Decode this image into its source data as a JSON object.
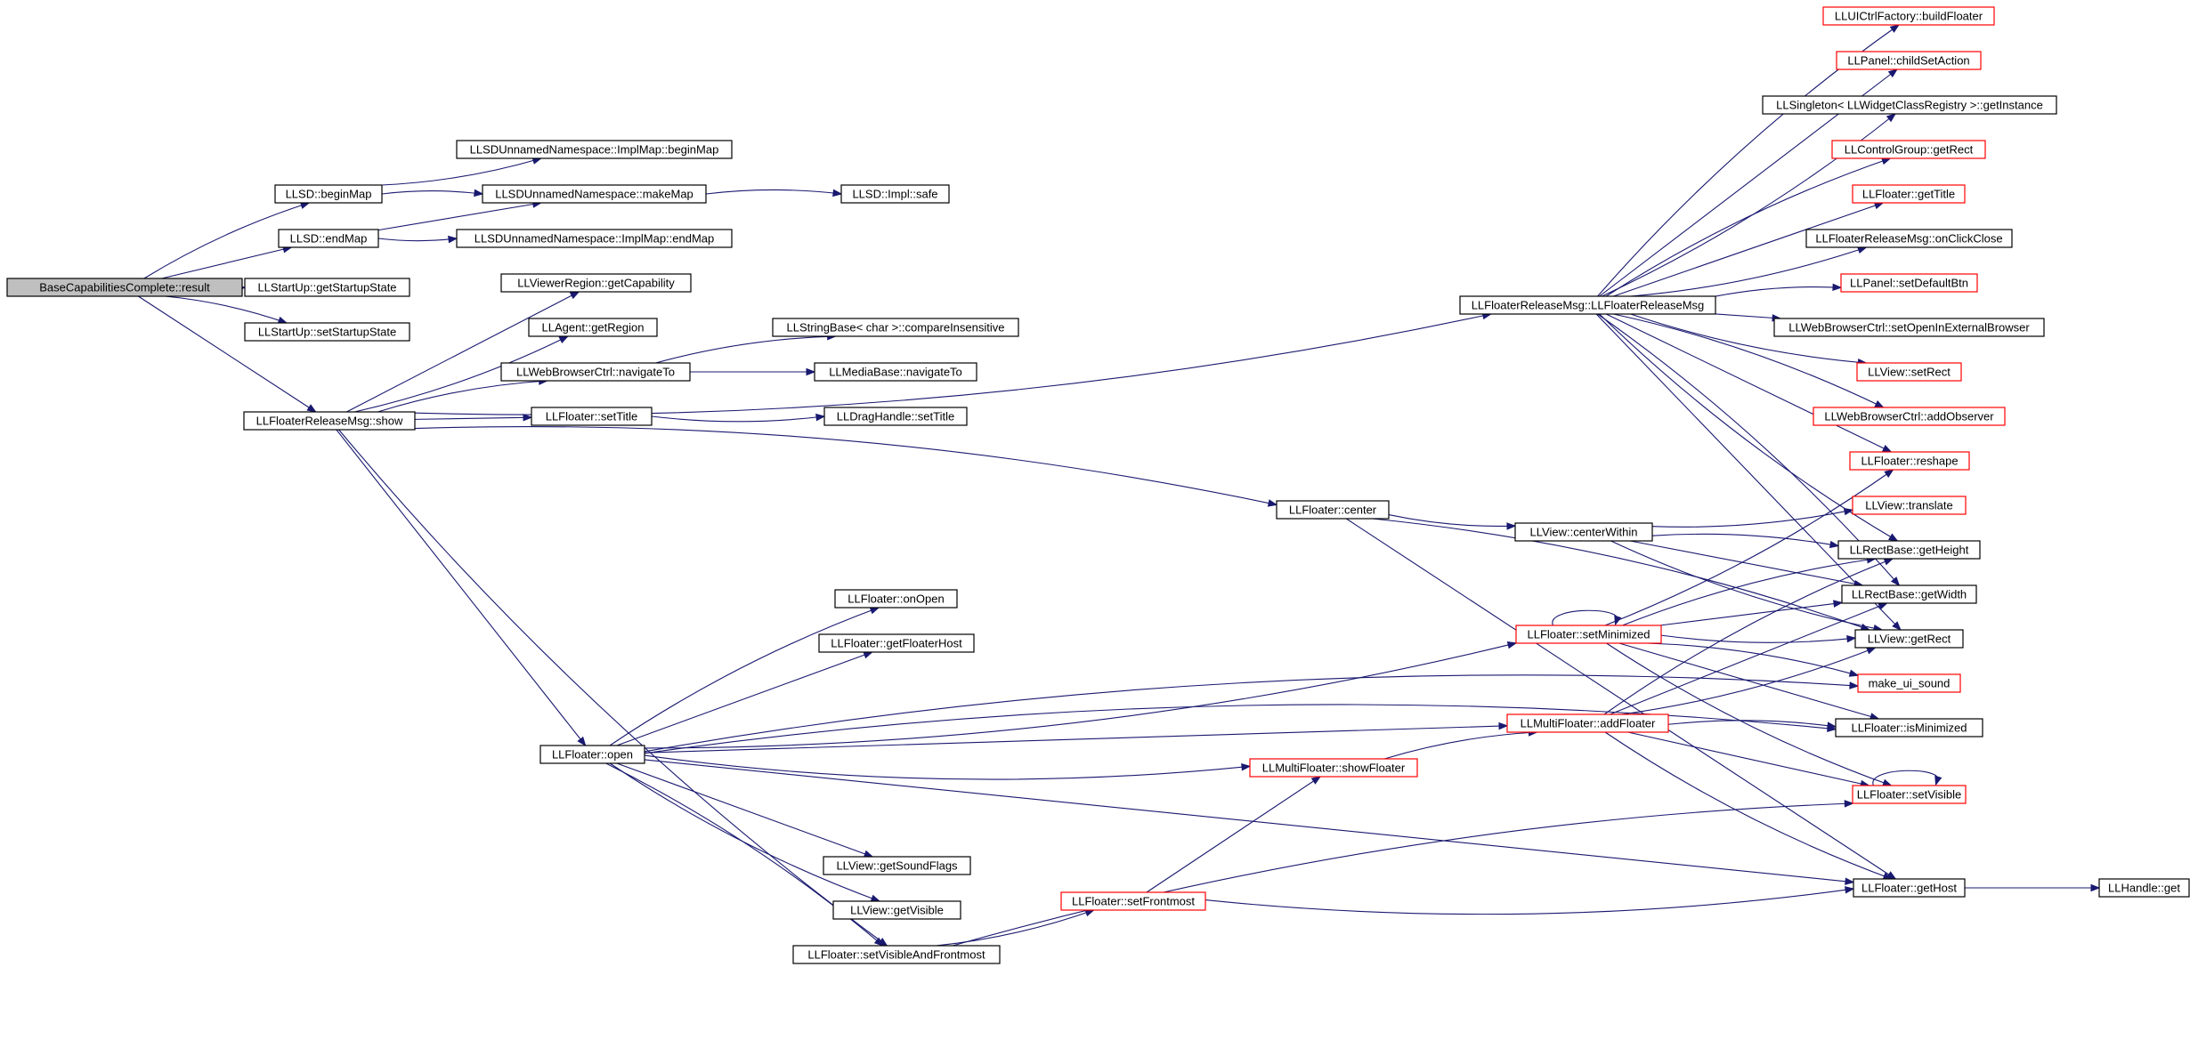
{
  "colors": {
    "edge": "#191970",
    "node_border": "#000000",
    "node_red_border": "#ff0000",
    "root_fill": "#bfbfbf"
  },
  "nodes": [
    {
      "id": "root",
      "label": "BaseCapabilitiesComplete::result",
      "style": "root"
    },
    {
      "id": "beginMap",
      "label": "LLSD::beginMap",
      "style": "black"
    },
    {
      "id": "endMap",
      "label": "LLSD::endMap",
      "style": "black"
    },
    {
      "id": "getStartupState",
      "label": "LLStartUp::getStartupState",
      "style": "black"
    },
    {
      "id": "setStartupState",
      "label": "LLStartUp::setStartupState",
      "style": "black"
    },
    {
      "id": "show",
      "label": "LLFloaterReleaseMsg::show",
      "style": "black"
    },
    {
      "id": "implBeginMap",
      "label": "LLSDUnnamedNamespace::ImplMap::beginMap",
      "style": "black"
    },
    {
      "id": "makeMap",
      "label": "LLSDUnnamedNamespace::makeMap",
      "style": "black"
    },
    {
      "id": "implEndMap",
      "label": "LLSDUnnamedNamespace::ImplMap::endMap",
      "style": "black"
    },
    {
      "id": "safe",
      "label": "LLSD::Impl::safe",
      "style": "black"
    },
    {
      "id": "getCapability",
      "label": "LLViewerRegion::getCapability",
      "style": "black"
    },
    {
      "id": "getRegion",
      "label": "LLAgent::getRegion",
      "style": "black"
    },
    {
      "id": "navigateTo",
      "label": "LLWebBrowserCtrl::navigateTo",
      "style": "black"
    },
    {
      "id": "fSetTitle",
      "label": "LLFloater::setTitle",
      "style": "black"
    },
    {
      "id": "compareInsensitive",
      "label": "LLStringBase< char >::compareInsensitive",
      "style": "black"
    },
    {
      "id": "mediaNavigateTo",
      "label": "LLMediaBase::navigateTo",
      "style": "black"
    },
    {
      "id": "dragSetTitle",
      "label": "LLDragHandle::setTitle",
      "style": "black"
    },
    {
      "id": "releaseMsg",
      "label": "LLFloaterReleaseMsg::LLFloaterReleaseMsg",
      "style": "black"
    },
    {
      "id": "center",
      "label": "LLFloater::center",
      "style": "black"
    },
    {
      "id": "centerWithin",
      "label": "LLView::centerWithin",
      "style": "black"
    },
    {
      "id": "open",
      "label": "LLFloater::open",
      "style": "black"
    },
    {
      "id": "onOpen",
      "label": "LLFloater::onOpen",
      "style": "black"
    },
    {
      "id": "getFloaterHost",
      "label": "LLFloater::getFloaterHost",
      "style": "black"
    },
    {
      "id": "getSoundFlags",
      "label": "LLView::getSoundFlags",
      "style": "black"
    },
    {
      "id": "getVisible",
      "label": "LLView::getVisible",
      "style": "black"
    },
    {
      "id": "setVisibleAndFrontmost",
      "label": "LLFloater::setVisibleAndFrontmost",
      "style": "black"
    },
    {
      "id": "setFrontmost",
      "label": "LLFloater::setFrontmost",
      "style": "red"
    },
    {
      "id": "showFloater",
      "label": "LLMultiFloater::showFloater",
      "style": "red"
    },
    {
      "id": "setMinimized",
      "label": "LLFloater::setMinimized",
      "style": "red"
    },
    {
      "id": "addFloater",
      "label": "LLMultiFloater::addFloater",
      "style": "red"
    },
    {
      "id": "buildFloater",
      "label": "LLUICtrlFactory::buildFloater",
      "style": "red"
    },
    {
      "id": "childSetAction",
      "label": "LLPanel::childSetAction",
      "style": "red"
    },
    {
      "id": "getInstance",
      "label": "LLSingleton< LLWidgetClassRegistry >::getInstance",
      "style": "black"
    },
    {
      "id": "cgGetRect",
      "label": "LLControlGroup::getRect",
      "style": "red"
    },
    {
      "id": "getTitle",
      "label": "LLFloater::getTitle",
      "style": "red"
    },
    {
      "id": "onClickClose",
      "label": "LLFloaterReleaseMsg::onClickClose",
      "style": "black"
    },
    {
      "id": "setDefaultBtn",
      "label": "LLPanel::setDefaultBtn",
      "style": "red"
    },
    {
      "id": "setOpenInExternalBrowser",
      "label": "LLWebBrowserCtrl::setOpenInExternalBrowser",
      "style": "black"
    },
    {
      "id": "setRect",
      "label": "LLView::setRect",
      "style": "red"
    },
    {
      "id": "addObserver",
      "label": "LLWebBrowserCtrl::addObserver",
      "style": "red"
    },
    {
      "id": "reshape",
      "label": "LLFloater::reshape",
      "style": "red"
    },
    {
      "id": "translate",
      "label": "LLView::translate",
      "style": "red"
    },
    {
      "id": "getHeight",
      "label": "LLRectBase::getHeight",
      "style": "black"
    },
    {
      "id": "getWidth",
      "label": "LLRectBase::getWidth",
      "style": "black"
    },
    {
      "id": "viewGetRect",
      "label": "LLView::getRect",
      "style": "black"
    },
    {
      "id": "makeUiSound",
      "label": "make_ui_sound",
      "style": "red"
    },
    {
      "id": "isMinimized",
      "label": "LLFloater::isMinimized",
      "style": "black"
    },
    {
      "id": "setVisible",
      "label": "LLFloater::setVisible",
      "style": "red"
    },
    {
      "id": "getHost",
      "label": "LLFloater::getHost",
      "style": "black"
    },
    {
      "id": "handleGet",
      "label": "LLHandle::get",
      "style": "black"
    }
  ],
  "edges": [
    [
      "root",
      "beginMap"
    ],
    [
      "root",
      "endMap"
    ],
    [
      "root",
      "getStartupState"
    ],
    [
      "root",
      "setStartupState"
    ],
    [
      "root",
      "show"
    ],
    [
      "beginMap",
      "implBeginMap"
    ],
    [
      "beginMap",
      "makeMap"
    ],
    [
      "endMap",
      "makeMap"
    ],
    [
      "endMap",
      "implEndMap"
    ],
    [
      "makeMap",
      "safe"
    ],
    [
      "show",
      "getCapability"
    ],
    [
      "show",
      "getRegion"
    ],
    [
      "show",
      "navigateTo"
    ],
    [
      "show",
      "fSetTitle"
    ],
    [
      "show",
      "releaseMsg"
    ],
    [
      "show",
      "center"
    ],
    [
      "show",
      "open"
    ],
    [
      "show",
      "setVisibleAndFrontmost"
    ],
    [
      "navigateTo",
      "compareInsensitive"
    ],
    [
      "navigateTo",
      "mediaNavigateTo"
    ],
    [
      "fSetTitle",
      "dragSetTitle"
    ],
    [
      "releaseMsg",
      "buildFloater"
    ],
    [
      "releaseMsg",
      "childSetAction"
    ],
    [
      "releaseMsg",
      "getInstance"
    ],
    [
      "releaseMsg",
      "cgGetRect"
    ],
    [
      "releaseMsg",
      "getTitle"
    ],
    [
      "releaseMsg",
      "onClickClose"
    ],
    [
      "releaseMsg",
      "setDefaultBtn"
    ],
    [
      "releaseMsg",
      "setOpenInExternalBrowser"
    ],
    [
      "releaseMsg",
      "setRect"
    ],
    [
      "releaseMsg",
      "addObserver"
    ],
    [
      "releaseMsg",
      "reshape"
    ],
    [
      "releaseMsg",
      "getHeight"
    ],
    [
      "releaseMsg",
      "getWidth"
    ],
    [
      "releaseMsg",
      "viewGetRect"
    ],
    [
      "center",
      "centerWithin"
    ],
    [
      "center",
      "viewGetRect"
    ],
    [
      "center",
      "getHost"
    ],
    [
      "centerWithin",
      "translate"
    ],
    [
      "centerWithin",
      "getHeight"
    ],
    [
      "centerWithin",
      "getWidth"
    ],
    [
      "centerWithin",
      "viewGetRect"
    ],
    [
      "open",
      "onOpen"
    ],
    [
      "open",
      "getFloaterHost"
    ],
    [
      "open",
      "setMinimized"
    ],
    [
      "open",
      "makeUiSound"
    ],
    [
      "open",
      "addFloater"
    ],
    [
      "open",
      "showFloater"
    ],
    [
      "open",
      "isMinimized"
    ],
    [
      "open",
      "getSoundFlags"
    ],
    [
      "open",
      "getVisible"
    ],
    [
      "open",
      "setVisibleAndFrontmost"
    ],
    [
      "open",
      "getHost"
    ],
    [
      "setVisibleAndFrontmost",
      "setFrontmost"
    ],
    [
      "setVisibleAndFrontmost",
      "setVisible"
    ],
    [
      "setFrontmost",
      "showFloater"
    ],
    [
      "setFrontmost",
      "getHost"
    ],
    [
      "showFloater",
      "addFloater"
    ],
    [
      "setMinimized",
      "setMinimized"
    ],
    [
      "setMinimized",
      "reshape"
    ],
    [
      "setMinimized",
      "getHeight"
    ],
    [
      "setMinimized",
      "getWidth"
    ],
    [
      "setMinimized",
      "viewGetRect"
    ],
    [
      "setMinimized",
      "makeUiSound"
    ],
    [
      "setMinimized",
      "isMinimized"
    ],
    [
      "setMinimized",
      "setVisible"
    ],
    [
      "addFloater",
      "getHeight"
    ],
    [
      "addFloater",
      "getWidth"
    ],
    [
      "addFloater",
      "viewGetRect"
    ],
    [
      "addFloater",
      "isMinimized"
    ],
    [
      "addFloater",
      "setVisible"
    ],
    [
      "addFloater",
      "getHost"
    ],
    [
      "setVisible",
      "setVisible"
    ],
    [
      "getHost",
      "handleGet"
    ]
  ]
}
